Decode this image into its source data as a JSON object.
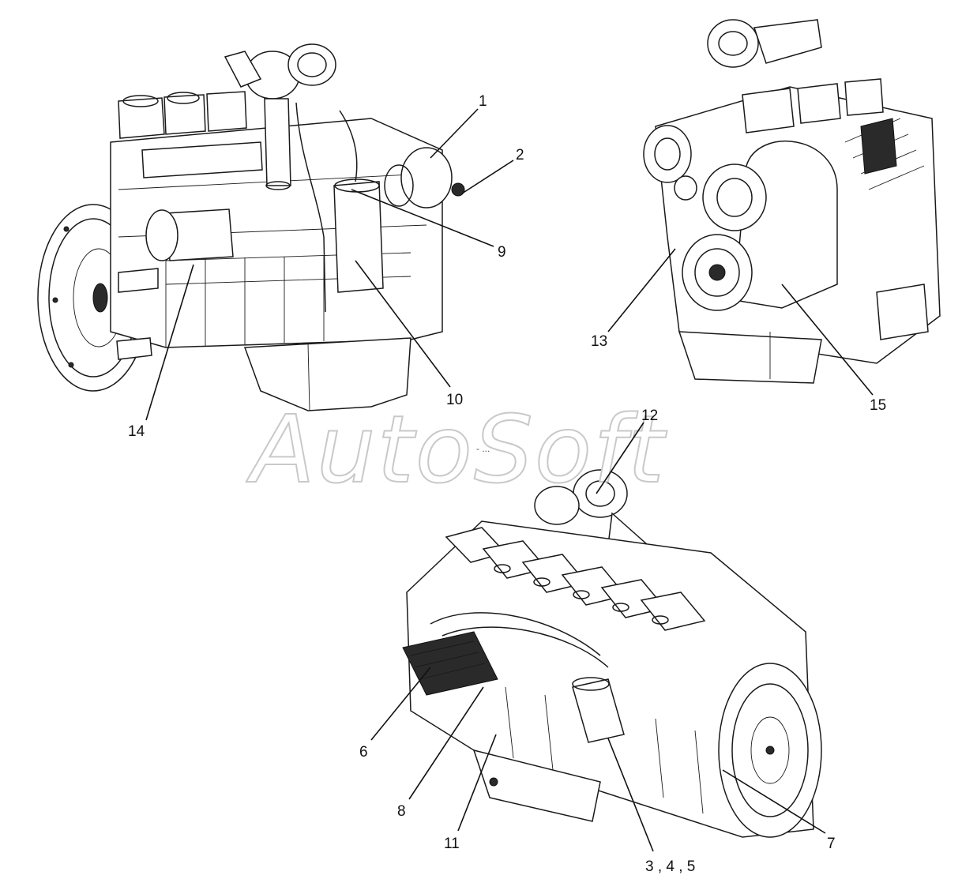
{
  "watermark": {
    "text": "AutoSoft",
    "mark": "- ..."
  },
  "callouts": {
    "c1": "1",
    "c2": "2",
    "c3": "3 , 4 , 5",
    "c6": "6",
    "c7": "7",
    "c8": "8",
    "c9": "9",
    "c10": "10",
    "c11": "11",
    "c12": "12",
    "c13": "13",
    "c14": "14",
    "c15": "15"
  }
}
